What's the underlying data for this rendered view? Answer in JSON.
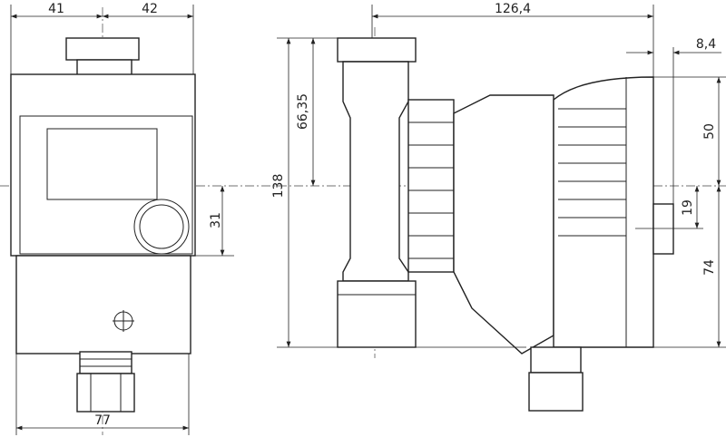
{
  "title": "Pump dimension drawing",
  "front_view": {
    "dim_left_top": "41",
    "dim_right_top": "42",
    "dim_button_height": "31",
    "dim_bottom_width": "77"
  },
  "side_view": {
    "dim_total_length": "126,4",
    "dim_offset": "8,4",
    "dim_height": "138",
    "dim_center_height": "66,35",
    "dim_upper": "50",
    "dim_connector": "19",
    "dim_lower": "74"
  }
}
